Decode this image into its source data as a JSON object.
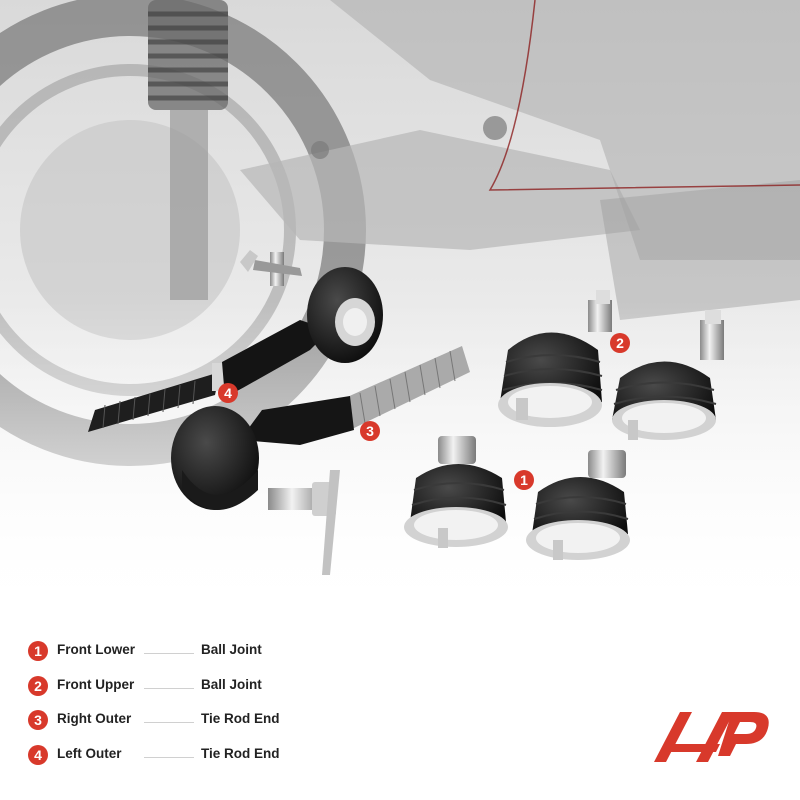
{
  "colors": {
    "accent": "#d8392b",
    "text": "#222222"
  },
  "callouts": [
    {
      "number": "1"
    },
    {
      "number": "2"
    },
    {
      "number": "3"
    },
    {
      "number": "4"
    }
  ],
  "legend": [
    {
      "number": "1",
      "position": "Front Lower",
      "part": "Ball Joint"
    },
    {
      "number": "2",
      "position": "Front Upper",
      "part": "Ball Joint"
    },
    {
      "number": "3",
      "position": "Right Outer",
      "part": "Tie Rod End"
    },
    {
      "number": "4",
      "position": "Left Outer",
      "part": "Tie Rod End"
    }
  ],
  "logo": {
    "icon": "brand-logo-icon"
  }
}
